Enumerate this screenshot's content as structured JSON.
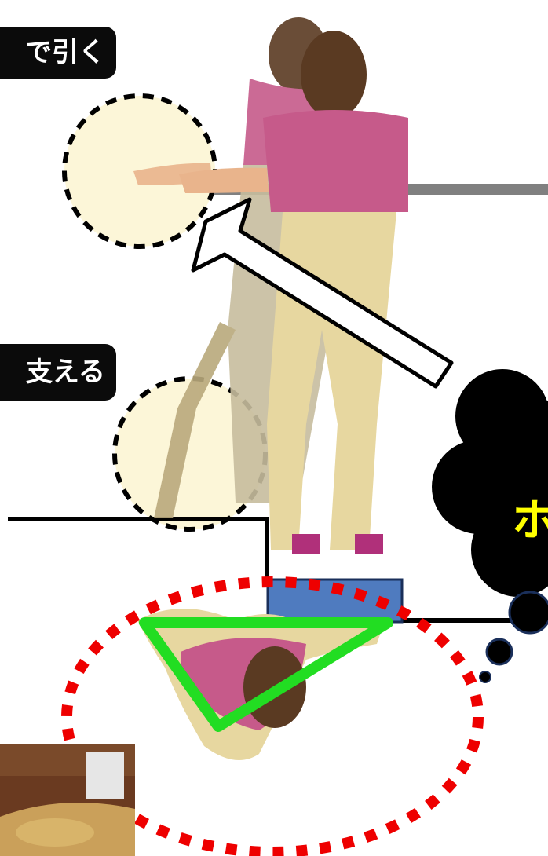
{
  "labels": {
    "top_instruction": "で引く",
    "mid_instruction": "支える"
  },
  "thought_bubble": {
    "partial_text": "ホ"
  },
  "colors": {
    "highlight_circle_fill": "#fcf6d8",
    "railing": "#808080",
    "step_block": "#4f7bbf",
    "support_triangle": "#22dd22",
    "support_area_dots": "#ee0000",
    "thought_bubble": "#000000",
    "thought_bubble_text": "#ffff00",
    "shirt": "#c65a8a",
    "pants": "#e7d7a0",
    "hair": "#5a3a22"
  }
}
